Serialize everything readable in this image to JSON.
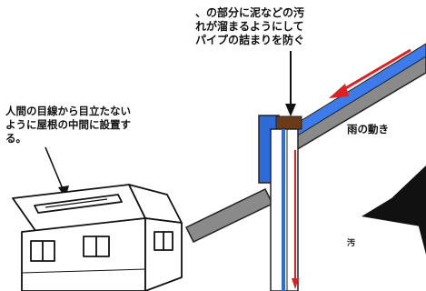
{
  "top_note": {
    "line1": "、の部分に泥などの汚",
    "line2": "れが溜まるようにして",
    "line3": "パイプの詰まりを防ぐ"
  },
  "left_note": {
    "line1": "人間の目線から目立たない",
    "line2": "ように屋根の中間に設置す",
    "line3": "る。"
  },
  "rain_label": "雨の動き",
  "small_mark": "汚",
  "colors": {
    "rain_arrow": "#e02020",
    "water_pipe": "#3d7bea",
    "drain_box": "#2f6bd6",
    "trap": "#6b3a16",
    "roof_gray": "#8a8a8a"
  }
}
